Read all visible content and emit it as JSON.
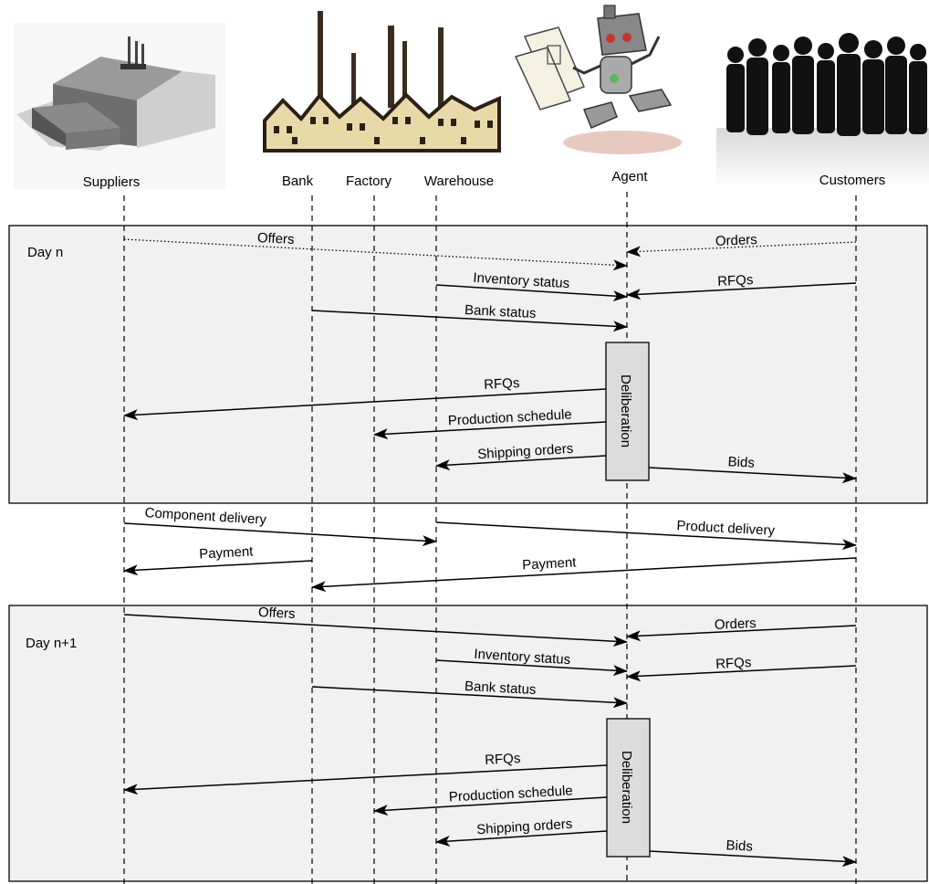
{
  "participants": [
    {
      "id": "suppliers",
      "label": "Suppliers"
    },
    {
      "id": "bank",
      "label": "Bank"
    },
    {
      "id": "factory",
      "label": "Factory"
    },
    {
      "id": "warehouse",
      "label": "Warehouse"
    },
    {
      "id": "agent",
      "label": "Agent"
    },
    {
      "id": "customers",
      "label": "Customers"
    }
  ],
  "illustrations": [
    {
      "name": "supplier-building-icon",
      "depicts": "suppliers"
    },
    {
      "name": "factory-town-icon",
      "depicts": "bank-factory-warehouse"
    },
    {
      "name": "robot-agent-icon",
      "depicts": "agent"
    },
    {
      "name": "crowd-silhouette-icon",
      "depicts": "customers"
    }
  ],
  "panels": [
    {
      "id": "day-n",
      "label": "Day n"
    },
    {
      "id": "day-n-plus-1",
      "label": "Day n+1"
    }
  ],
  "deliberation_label": "Deliberation",
  "messages": [
    {
      "label": "Offers",
      "from": "suppliers",
      "to": "agent",
      "style": "dotted"
    },
    {
      "label": "Orders",
      "from": "customers",
      "to": "agent",
      "style": "dotted"
    },
    {
      "label": "Inventory status",
      "from": "warehouse",
      "to": "agent",
      "style": "solid"
    },
    {
      "label": "RFQs",
      "from": "customers",
      "to": "agent",
      "style": "solid"
    },
    {
      "label": "Bank status",
      "from": "bank",
      "to": "agent",
      "style": "solid"
    },
    {
      "label": "RFQs",
      "from": "agent",
      "to": "suppliers",
      "style": "solid"
    },
    {
      "label": "Production schedule",
      "from": "agent",
      "to": "factory",
      "style": "solid"
    },
    {
      "label": "Shipping orders",
      "from": "agent",
      "to": "warehouse",
      "style": "solid"
    },
    {
      "label": "Bids",
      "from": "agent",
      "to": "customers",
      "style": "solid"
    },
    {
      "label": "Component delivery",
      "from": "suppliers",
      "to": "warehouse",
      "style": "solid"
    },
    {
      "label": "Product delivery",
      "from": "warehouse",
      "to": "customers",
      "style": "solid"
    },
    {
      "label": "Payment",
      "from": "bank",
      "to": "suppliers",
      "style": "solid"
    },
    {
      "label": "Payment",
      "from": "customers",
      "to": "bank",
      "style": "solid"
    },
    {
      "label": "Offers",
      "from": "suppliers",
      "to": "agent",
      "style": "solid"
    },
    {
      "label": "Orders",
      "from": "customers",
      "to": "agent",
      "style": "solid"
    },
    {
      "label": "Inventory status",
      "from": "warehouse",
      "to": "agent",
      "style": "solid"
    },
    {
      "label": "RFQs",
      "from": "customers",
      "to": "agent",
      "style": "solid"
    },
    {
      "label": "Bank status",
      "from": "bank",
      "to": "agent",
      "style": "solid"
    },
    {
      "label": "RFQs",
      "from": "agent",
      "to": "suppliers",
      "style": "solid"
    },
    {
      "label": "Production schedule",
      "from": "agent",
      "to": "factory",
      "style": "solid"
    },
    {
      "label": "Shipping orders",
      "from": "agent",
      "to": "warehouse",
      "style": "solid"
    },
    {
      "label": "Bids",
      "from": "agent",
      "to": "customers",
      "style": "solid"
    }
  ]
}
